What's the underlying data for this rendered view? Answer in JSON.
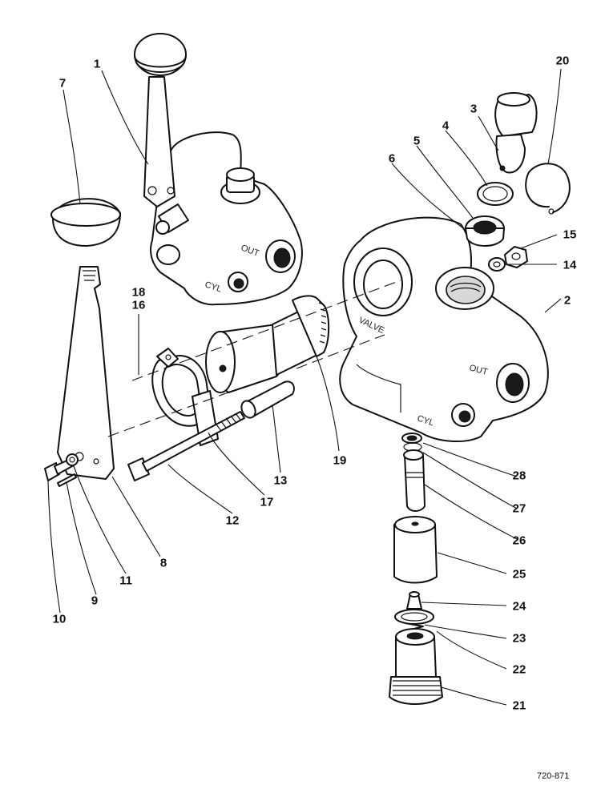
{
  "drawing": {
    "reference": "720-871",
    "body_markings": {
      "out": "OUT",
      "cyl": "CYL",
      "valve": "VALVE"
    },
    "callouts": [
      "1",
      "2",
      "3",
      "4",
      "5",
      "6",
      "7",
      "8",
      "9",
      "10",
      "11",
      "12",
      "13",
      "14",
      "15",
      "16",
      "17",
      "18",
      "19",
      "20",
      "21",
      "22",
      "23",
      "24",
      "25",
      "26",
      "27",
      "28"
    ]
  }
}
